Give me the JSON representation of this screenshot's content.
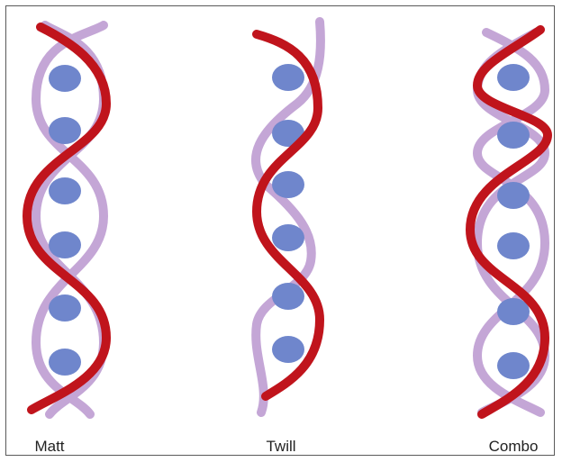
{
  "colors": {
    "warp_red": "#c0141c",
    "weft_lilac": "#c4a6d6",
    "fiber_blue": "#6f86cc",
    "border": "#5a5a5a",
    "text": "#222222"
  },
  "weaves": [
    {
      "id": "matt",
      "label": "Matt"
    },
    {
      "id": "twill",
      "label": "Twill"
    },
    {
      "id": "combo",
      "label": "Combo"
    }
  ]
}
